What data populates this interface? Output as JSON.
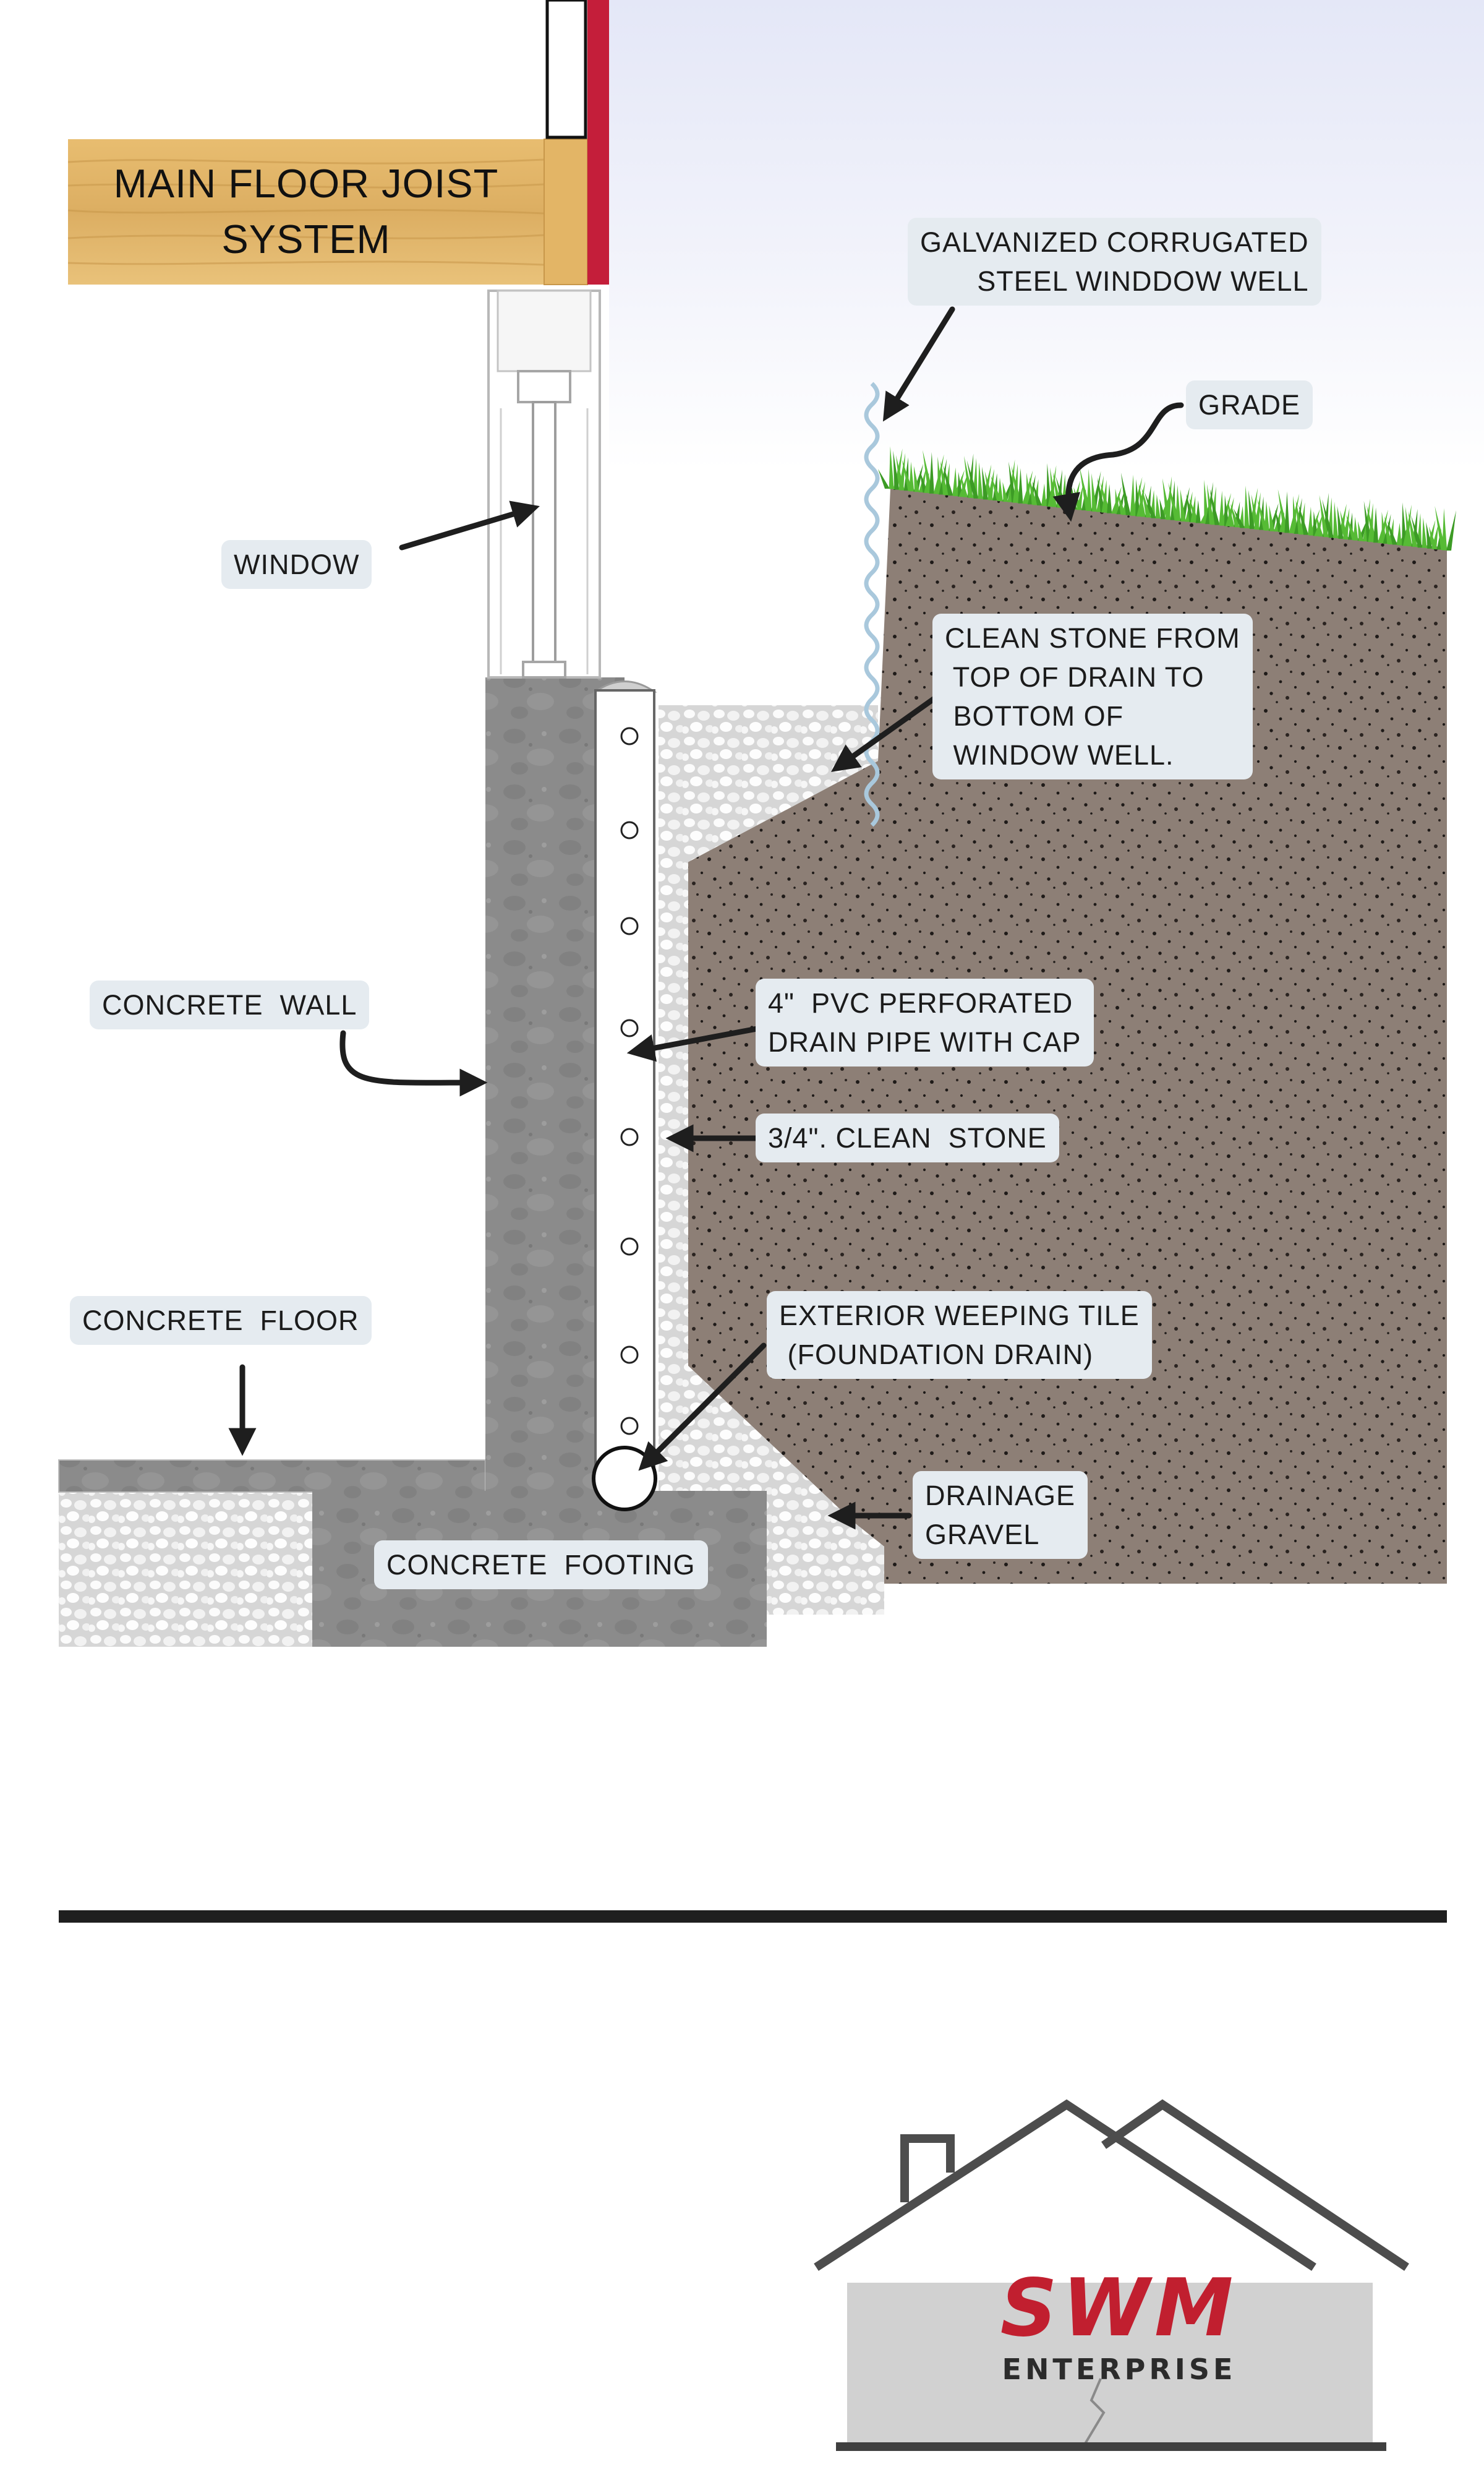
{
  "title": "",
  "joist_label": "MAIN FLOOR\nJOIST SYSTEM",
  "labels": {
    "window_well": "GALVANIZED CORRUGATED\nSTEEL WINDDOW WELL",
    "grade": "GRADE",
    "window": "WINDOW",
    "clean_stone_top": "CLEAN STONE FROM\n TOP OF DRAIN TO\n BOTTOM OF\n WINDOW WELL.",
    "concrete_wall": "CONCRETE  WALL",
    "pvc_pipe": "4\"  PVC PERFORATED\nDRAIN PIPE WITH CAP",
    "clean_stone": "3/4\". CLEAN  STONE",
    "concrete_floor": "CONCRETE  FLOOR",
    "weeping_tile": "EXTERIOR WEEPING TILE\n (FOUNDATION DRAIN)",
    "drainage_gravel": "DRAINAGE\nGRAVEL",
    "concrete_footing": "CONCRETE  FOOTING"
  },
  "logo": {
    "brand": "SWM",
    "subtitle": "ENTERPRISE"
  },
  "colors": {
    "soil": "#8d7f76",
    "concrete": "#8a8a8a",
    "gravel": "#d4d4d4",
    "grass": "#4caf2e",
    "wood": "#e2b466",
    "trim": "#c41e3a",
    "callout_bg": "#e5ebf0",
    "logo_red": "#c11f2f",
    "divider": "#1f1f1f"
  },
  "icons": [
    "arrow-icon",
    "house-roof-icon",
    "grass-icon"
  ]
}
